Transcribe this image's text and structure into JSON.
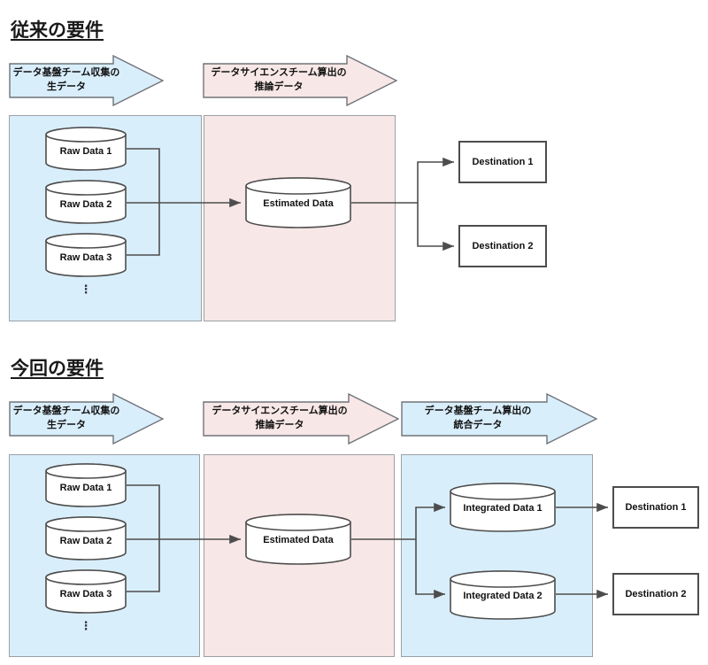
{
  "sections": [
    {
      "title": "従来の要件",
      "banners": [
        {
          "name": "raw-data-banner",
          "color": "#d9eefb",
          "text": "データ基盤チーム収集の\n生データ"
        },
        {
          "name": "inference-data-banner",
          "color": "#f8e7e7",
          "text": "データサイエンスチーム算出の\n推論データ"
        }
      ],
      "zones": [
        {
          "name": "raw-data-zone",
          "color": "#d9eefb"
        },
        {
          "name": "inference-data-zone",
          "color": "#f8e7e7"
        }
      ],
      "sources": [
        "Raw Data 1",
        "Raw Data 2",
        "Raw Data 3"
      ],
      "ellipsis": "⋮",
      "processed": "Estimated Data",
      "destinations": [
        "Destination 1",
        "Destination 2"
      ]
    },
    {
      "title": "今回の要件",
      "banners": [
        {
          "name": "raw-data-banner",
          "color": "#d9eefb",
          "text": "データ基盤チーム収集の\n生データ"
        },
        {
          "name": "inference-data-banner",
          "color": "#f8e7e7",
          "text": "データサイエンスチーム算出の\n推論データ"
        },
        {
          "name": "integrated-data-banner",
          "color": "#d9eefb",
          "text": "データ基盤チーム算出の\n統合データ"
        }
      ],
      "zones": [
        {
          "name": "raw-data-zone",
          "color": "#d9eefb"
        },
        {
          "name": "inference-data-zone",
          "color": "#f8e7e7"
        },
        {
          "name": "integrated-data-zone",
          "color": "#d9eefb"
        }
      ],
      "sources": [
        "Raw Data 1",
        "Raw Data 2",
        "Raw Data 3"
      ],
      "ellipsis": "⋮",
      "processed": "Estimated Data",
      "integrated": [
        "Integrated Data 1",
        "Integrated Data 2"
      ],
      "destinations": [
        "Destination 1",
        "Destination 2"
      ]
    }
  ],
  "palette": {
    "blue_fill": "#d9eefb",
    "pink_fill": "#f8e7e7",
    "zone_border": "#9aa0a6",
    "shape_stroke": "#4d4d4d",
    "text": "#111111"
  }
}
